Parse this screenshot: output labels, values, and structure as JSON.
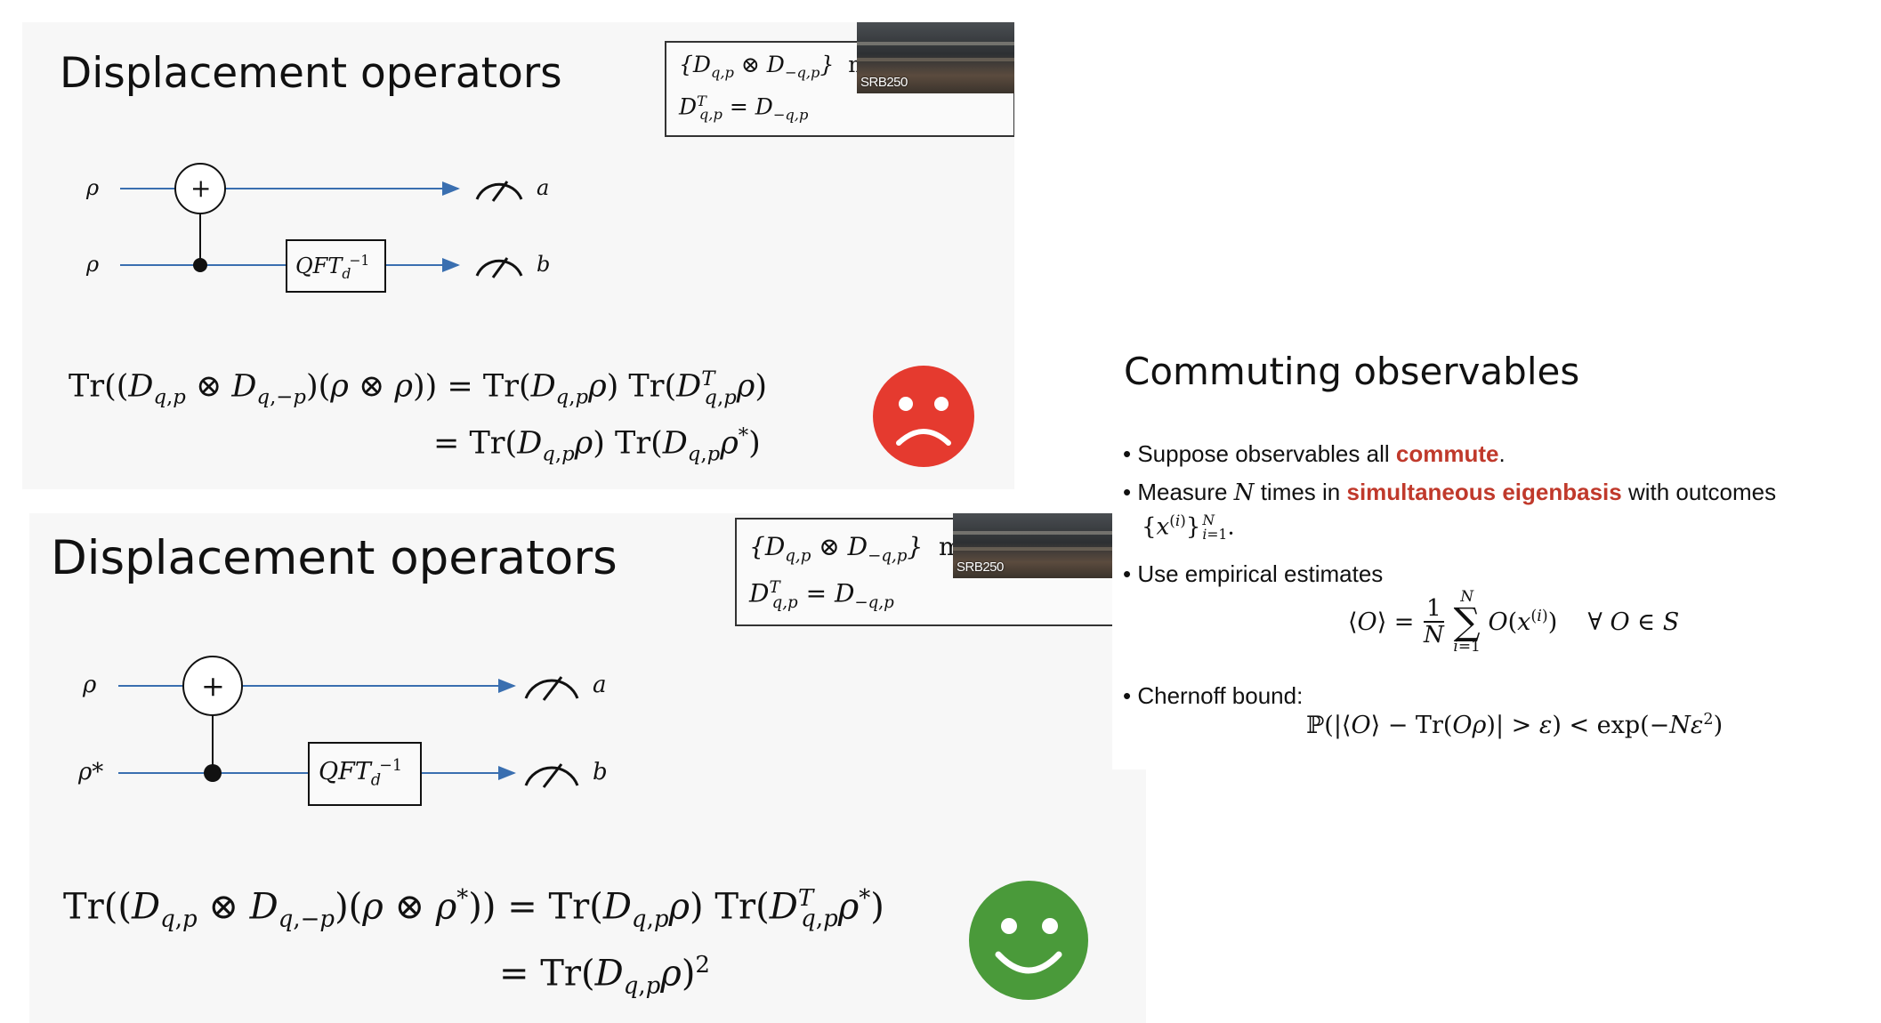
{
  "slide1": {
    "title": "Displacement operators",
    "note_line1": "{D_{q,p} ⊗ D_{−q,p}}  m",
    "note_line2": "D^T_{q,p} = D_{−q,p}",
    "webcam_label": "SRB250",
    "input_top": "ρ",
    "input_bottom": "ρ",
    "gate_plus": "+",
    "gate_qft": "QFT_d^{-1}",
    "output_top": "a",
    "output_bottom": "b",
    "face": "sad",
    "face_color": "#e53a2f"
  },
  "slide2": {
    "title": "Displacement operators",
    "webcam_label": "SRB250",
    "input_top": "ρ",
    "input_bottom": "ρ*",
    "gate_plus": "+",
    "output_top": "a",
    "output_bottom": "b",
    "face": "happy",
    "face_color": "#4a9a3a"
  },
  "slide3": {
    "title": "Commuting observables",
    "bullet1_pre": "Suppose observables all ",
    "bullet1_hl": "commute",
    "bullet1_post": ".",
    "bullet2_pre": "Measure ",
    "bullet2_var": "N",
    "bullet2_mid": " times in ",
    "bullet2_hl": "simultaneous eigenbasis",
    "bullet2_post": " with outcomes",
    "bullet3": "Use empirical estimates",
    "bullet4": "Chernoff bound:",
    "highlight_color": "#c0392b"
  }
}
